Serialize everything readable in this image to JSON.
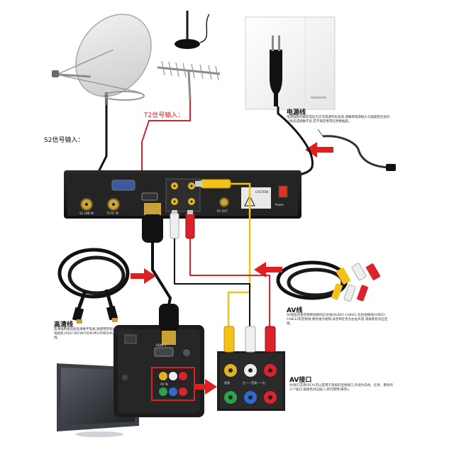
{
  "labels": {
    "s2_input": "S2信号输入：",
    "t2_input": "T2信号输入：",
    "power_cable": "电源线",
    "hdmi_cable": "高清线",
    "av_cable": "AV线",
    "av_port": "AV接口"
  },
  "descriptions": {
    "power": "电源插座的额定电压为交流电源的标准值,请确保电源插头与插座配合良好,以免造成接触不良,若不满足要求应更换插座。",
    "hdmi": "高清线用来连接高清数字电视,请使用带有HDMI接口的电视机,HIGH DEFINITION MULTIMEDIA,端子为HDMI线。",
    "av": "AV线是连接音频和视频的信号线(AUDIO CABLE),包括视频线(VIDEO CABLE)和音频线,黄色线为视频,白色和红色为左右声道,请按颜色对应连接。",
    "av_port": "AV接口又称(RCA)可以是用于电视的连接接口,外观为白色、红色、黄色的三个插口,按颜色对应插入,即可使用(黄色)。"
  },
  "rear_panel": {
    "s2_port": "S2 LNB IN",
    "t2_port": "T2 RF IN",
    "rf_out": "RF OUT",
    "power_switch": "Power",
    "warning": "CAUTION"
  },
  "tv_panel": {
    "hdmi_label": "HDMI 1",
    "av_in": "AV IN"
  },
  "av_port_panel": {
    "video": "视频",
    "audio": "左——音频——右"
  },
  "colors": {
    "red_cable": "#d9232d",
    "yellow_cable": "#f2c21a",
    "white_cable": "#e8e8e8",
    "arrow": "#e02020",
    "device": "#1c1c1c"
  }
}
